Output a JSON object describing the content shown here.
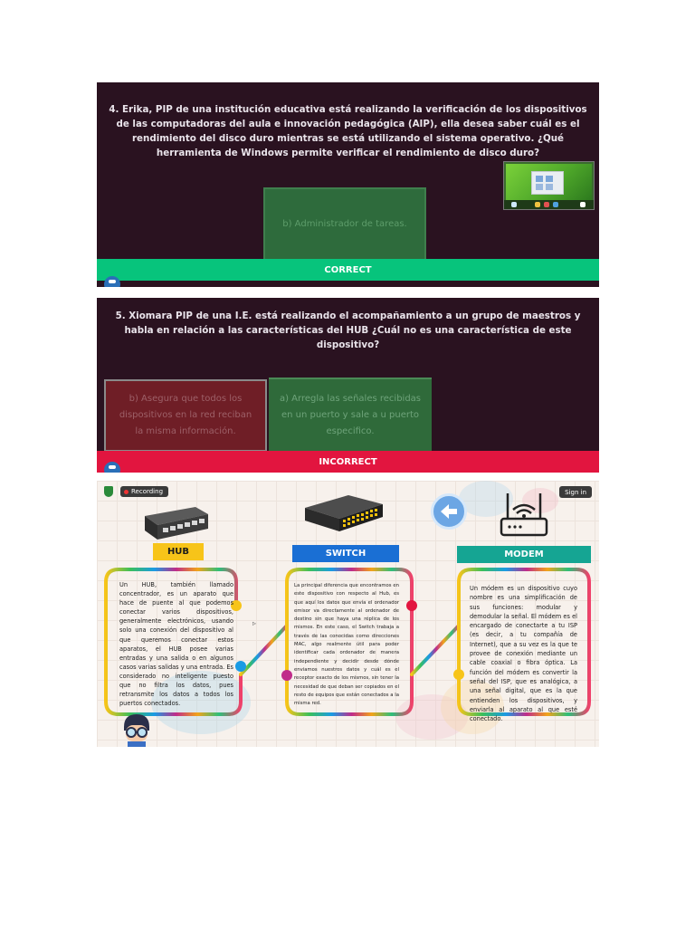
{
  "quiz1": {
    "question": "4. Erika, PIP de una institución educativa está realizando la verificación de los dispositivos de las computadoras del aula e innovación pedagógica (AIP), ella desea saber cuál es el rendimiento del disco duro mientras se está utilizando el sistema operativo. ¿Qué herramienta de Windows permite verificar el rendimiento de disco duro?",
    "answer": "b) Administrador de tareas.",
    "result": "CORRECT"
  },
  "quiz2": {
    "question": "5. Xiomara PIP de una I.E. está realizando el acompañamiento a un grupo de maestros y habla en relación a las características del HUB ¿Cuál no es una característica de este dispositivo?",
    "answer_b": "b) Asegura que todos los dispositivos en la red reciban la misma información.",
    "answer_a": "a) Arregla las señales recibidas en un puerto y sale a u puerto especifico.",
    "result": "INCORRECT"
  },
  "infographic": {
    "recording_label": "Recording",
    "signin_label": "Sign in",
    "hub": {
      "title": "HUB",
      "text": "Un HUB, también llamado concentrador, es un aparato que hace de puente al que podemos conectar varios dispositivos, generalmente electrónicos, usando solo una conexión del dispositivo al que queremos conectar estos aparatos, el HUB posee varias entradas y una salida o en algunos casos varias salidas y una entrada. Es considerado no inteligente puesto que no filtra los datos, pues retransmite los datos a todos los puertos conectados."
    },
    "switch": {
      "title": "SWITCH",
      "text": "La principal diferencia que encontramos en este dispositivo con respecto al Hub, es que aquí los datos que envía el ordenador emisor va directamente al ordenador de destino sin que haya una réplica de los mismos. En este caso, el Switch trabaja a través de las conocidas como direcciones MAC, algo realmente útil para poder identificar cada ordenador de manera independiente y decidir desde dónde enviamos nuestros datos y cuál es el receptor exacto de los mismos, sin tener la necesidad de que deban ser copiados en el resto de equipos que están conectados a la misma red."
    },
    "modem": {
      "title": "MODEM",
      "text": "Un módem es un dispositivo cuyo nombre es una simplificación de sus funciones: modular y demodular la señal. El módem es el encargado de conectarte a tu ISP (es decir, a tu compañía de Internet), que a su vez es la que te provee de conexión mediante un cable coaxial o fibra óptica. La función del módem es convertir la señal del ISP, que es analógica, a una señal digital, que es la que entienden los dispositivos, y enviarla al aparato al que esté conectado."
    }
  },
  "colors": {
    "panel_bg": "#2a1220",
    "correct": "#07c47c",
    "incorrect": "#e2153f",
    "hub_label": "#f7c419",
    "switch_label": "#1a6fd4",
    "modem_label": "#15a593"
  },
  "icons": [
    "monitor-thumbnail-icon",
    "mascot-icon",
    "shield-icon",
    "record-dot-icon",
    "back-arrow-icon",
    "hub-device-icon",
    "switch-device-icon",
    "router-icon",
    "avatar-icon",
    "cursor-icon"
  ]
}
